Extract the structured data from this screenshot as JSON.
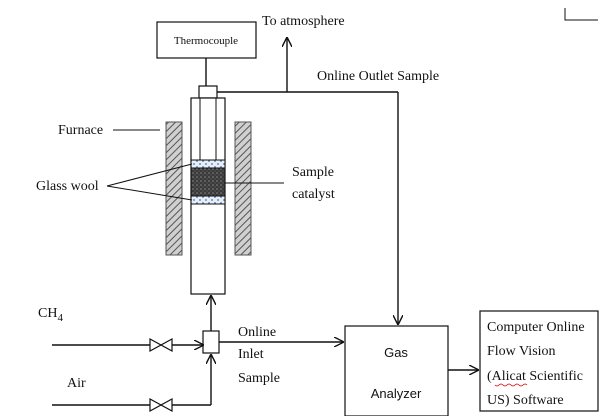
{
  "labels": {
    "thermocouple": "Thermocouple",
    "to_atmosphere": "To atmosphere",
    "online_outlet_sample": "Online Outlet Sample",
    "furnace": "Furnace",
    "glass_wool": "Glass wool",
    "sample_catalyst_1": "Sample",
    "sample_catalyst_2": "catalyst",
    "ch4_main": "CH",
    "ch4_sub": "4",
    "air": "Air",
    "online_inlet_1": "Online",
    "online_inlet_2": "Inlet",
    "online_inlet_3": "Sample",
    "gas_analyzer_1": "Gas",
    "gas_analyzer_2": "Analyzer",
    "computer_1": "Computer Online",
    "computer_2": "Flow Vision",
    "computer_3": "(Alicat Scientific",
    "computer_4": "US) Software"
  },
  "colors": {
    "furnace_hatch": "#555555",
    "catalyst_fill": "#3a3a3a",
    "glass_wool_fill": "#e8eef7",
    "line": "#111111"
  },
  "icons": [
    "valve-icon",
    "arrow-icon",
    "corner-bracket-icon"
  ]
}
